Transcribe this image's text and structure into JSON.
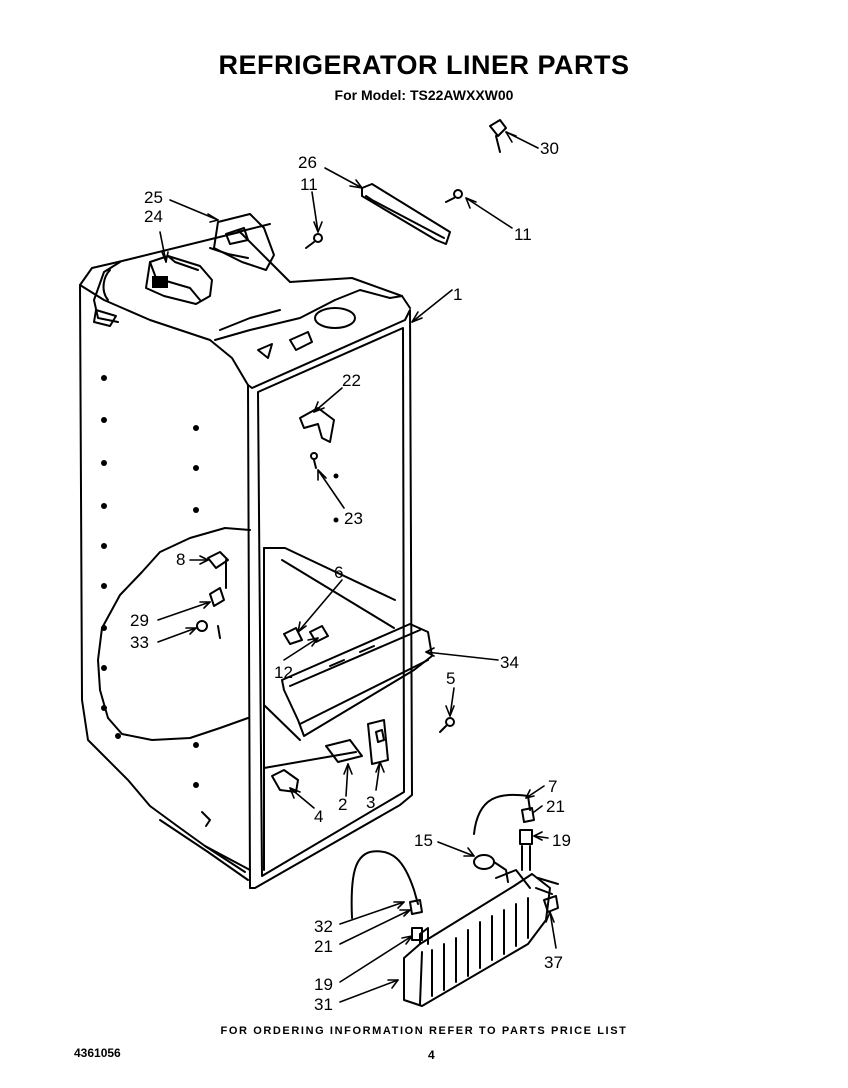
{
  "header": {
    "title": "REFRIGERATOR LINER PARTS",
    "subtitle": "For Model: TS22AWXXW00"
  },
  "callouts": {
    "c1": "1",
    "c2": "2",
    "c3": "3",
    "c4": "4",
    "c5": "5",
    "c6": "6",
    "c7": "7",
    "c8": "8",
    "c11a": "11",
    "c11b": "11",
    "c12": "12",
    "c15": "15",
    "c19a": "19",
    "c19b": "19",
    "c21a": "21",
    "c21b": "21",
    "c22": "22",
    "c23": "23",
    "c24": "24",
    "c25": "25",
    "c26": "26",
    "c29": "29",
    "c30": "30",
    "c31": "31",
    "c32": "32",
    "c33": "33",
    "c34": "34",
    "c37": "37"
  },
  "footer": {
    "note": "FOR ORDERING INFORMATION REFER TO PARTS PRICE LIST",
    "doc_number": "4361056",
    "page": "4"
  }
}
